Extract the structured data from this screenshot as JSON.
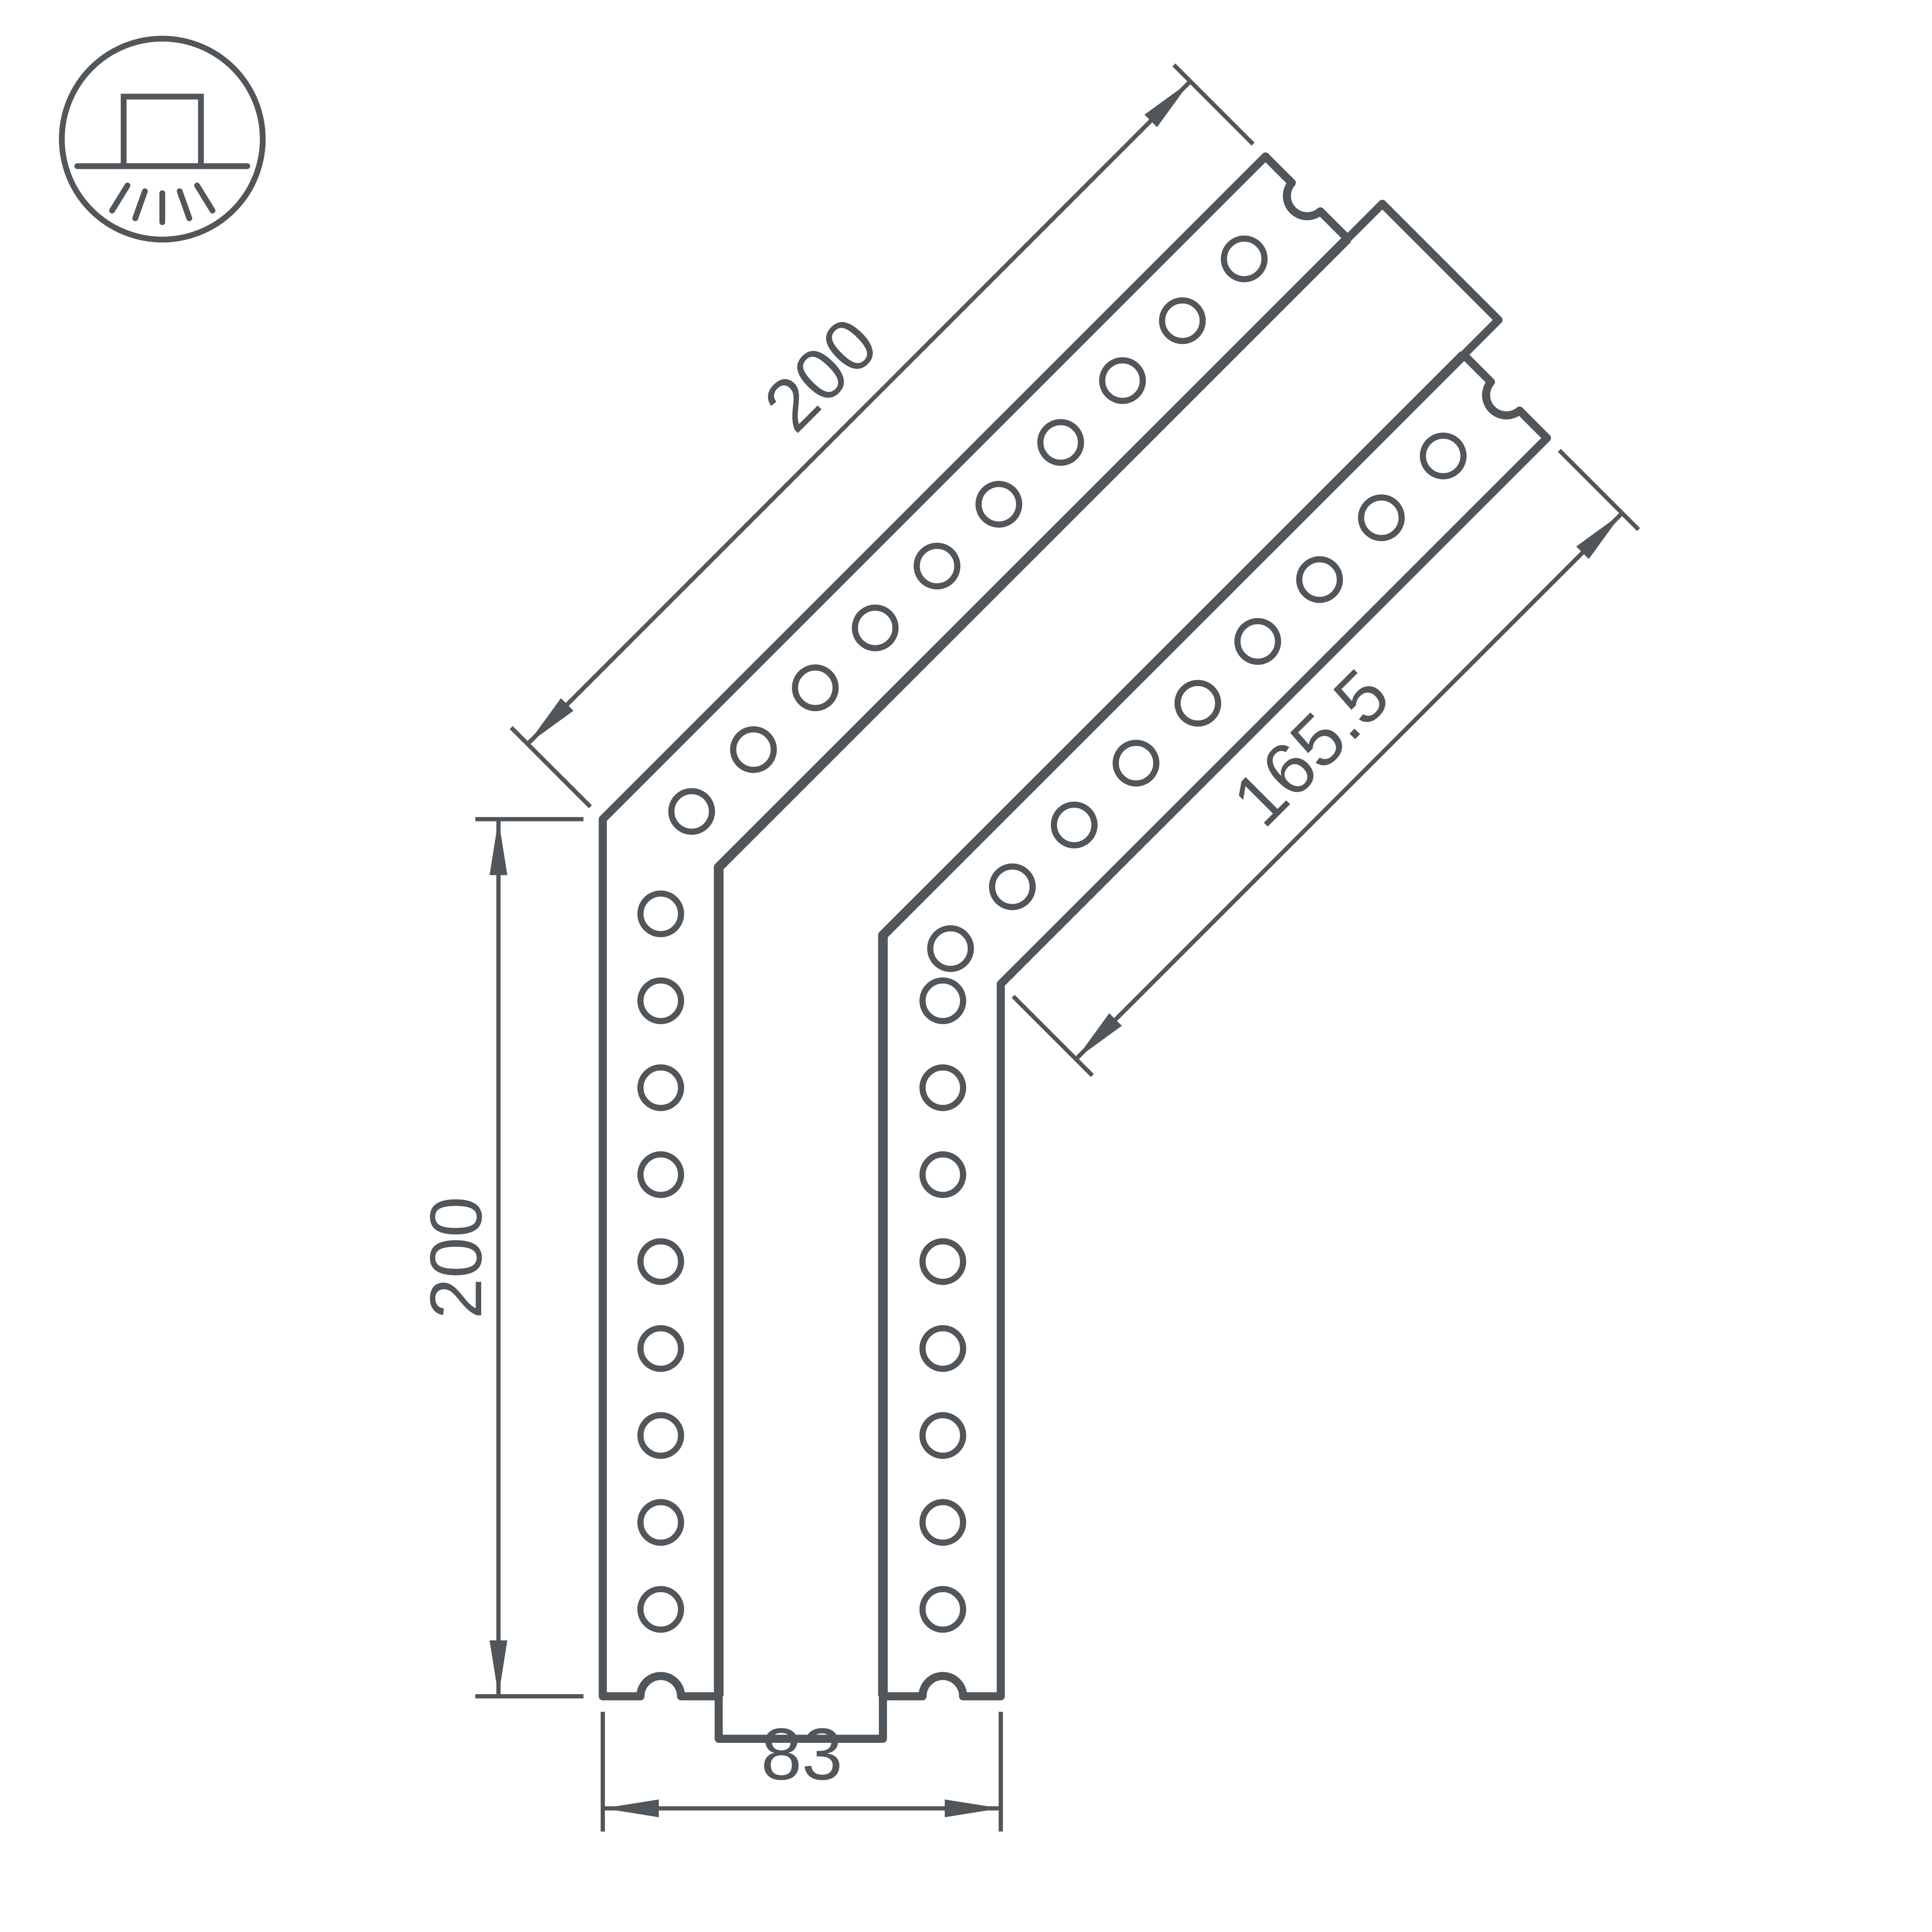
{
  "drawing": {
    "background_color": "#ffffff",
    "line_color": "#51565b",
    "icon": {
      "name": "surface-mounted-light-icon"
    },
    "dimensions": {
      "outer_diagonal_length": "200",
      "vertical_length": "200",
      "inner_diagonal_length": "165.5",
      "bottom_width": "83"
    }
  }
}
